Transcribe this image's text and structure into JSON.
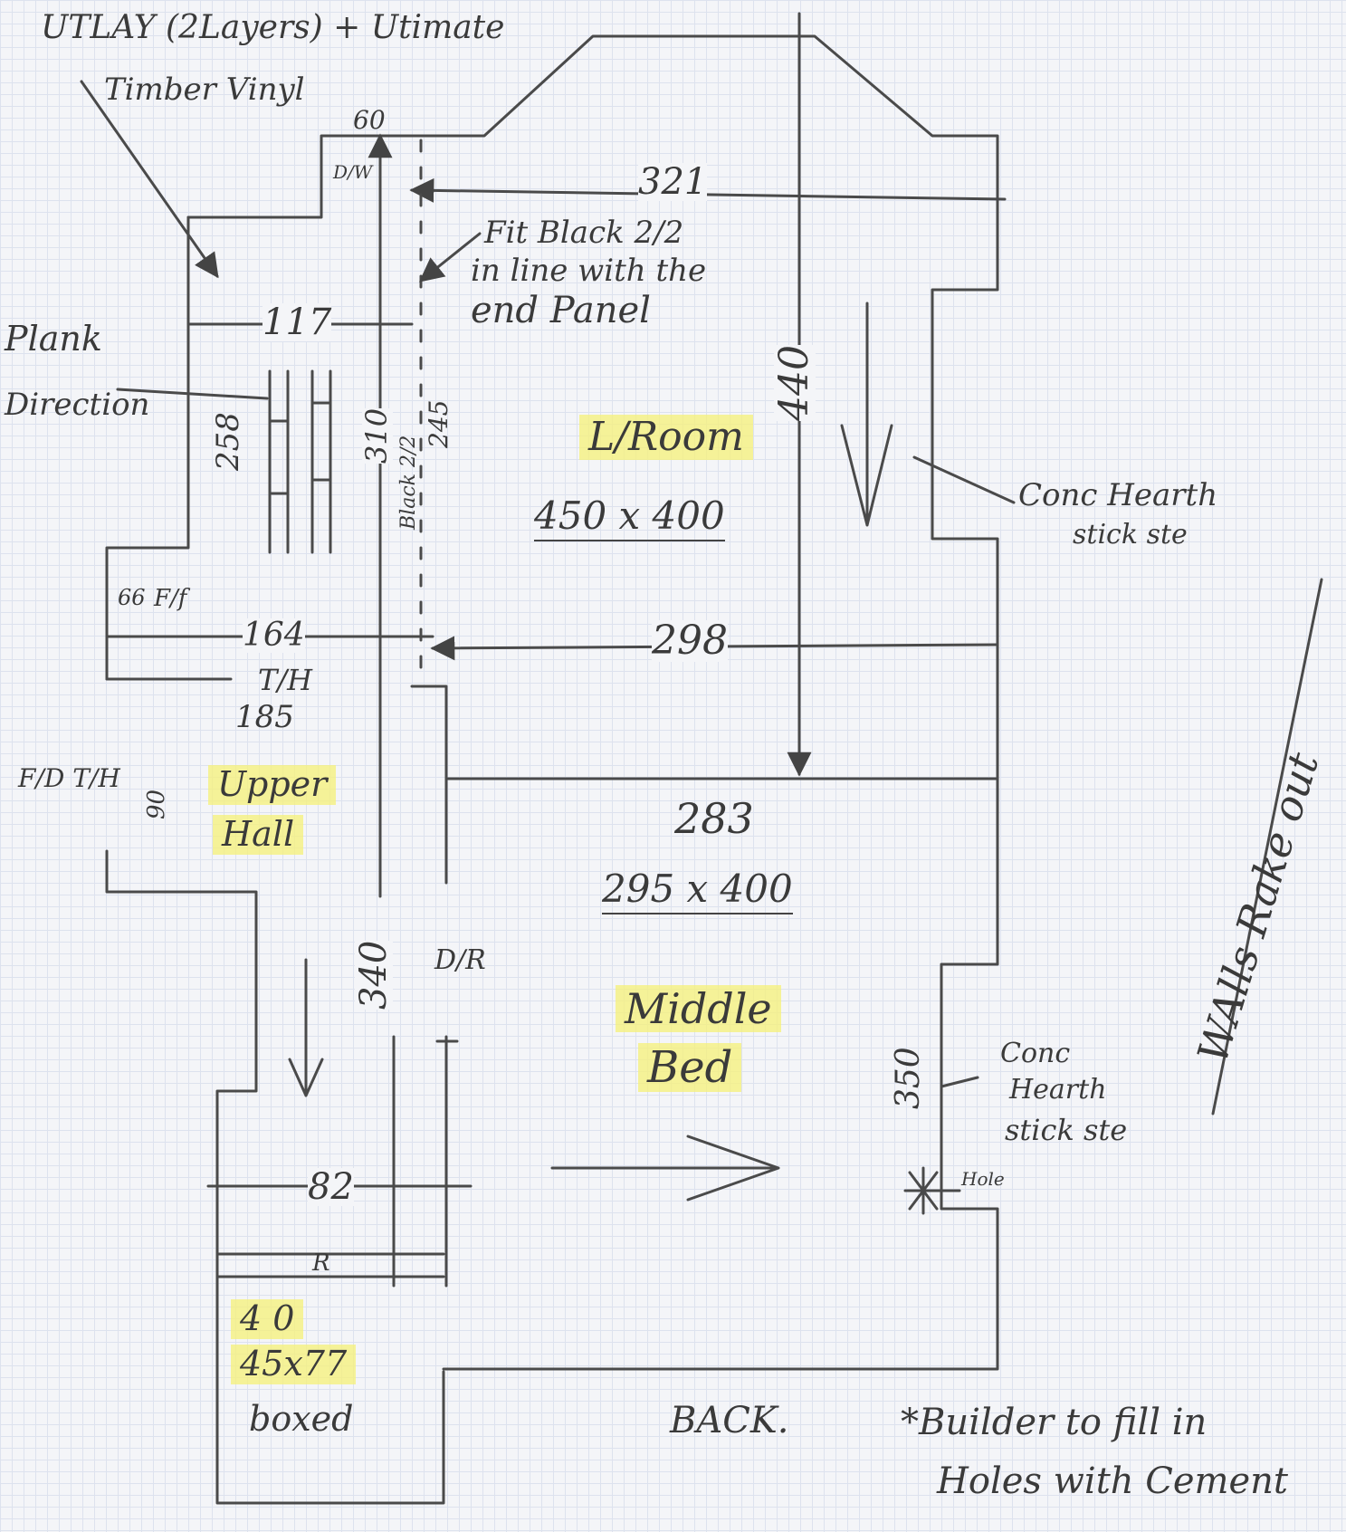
{
  "texts": {
    "underlay": "UTLAY (2Layers) + Utimate",
    "timber_vinyl": "Timber Vinyl",
    "dim_60": "60",
    "dw_top": "D/W",
    "dim_321": "321",
    "fit_black_1": "Fit Black 2/2",
    "fit_black_2": "in line with the",
    "fit_black_3": "end Panel",
    "dim_117": "117",
    "plank": "Plank",
    "direction": "Direction",
    "dim_258": "258",
    "dim_310": "310",
    "black_22": "Black 2/2",
    "dim_245": "245",
    "lroom_title": "L/Room",
    "lroom_size": "450 x 400",
    "dim_440": "440",
    "conc_hearth_1a": "Conc Hearth",
    "conc_hearth_1b": "stick ste",
    "dim_66": "66",
    "ff": "F/f",
    "dim_164": "164",
    "th": "T/H",
    "dim_185": "185",
    "dim_298": "298",
    "fd_th": "F/D T/H",
    "dim_90": "90",
    "upper_1": "Upper",
    "upper_2": "Hall",
    "dim_283": "283",
    "middle_size": "295 x 400",
    "walls_rake_out": "WAlls Rake out",
    "dim_340": "340",
    "dr": "D/R",
    "middle_1": "Middle",
    "middle_2": "Bed",
    "dim_350": "350",
    "conc_hearth_2a": "Conc",
    "conc_hearth_2b": "Hearth",
    "conc_hearth_2c": "stick ste",
    "dim_82": "82",
    "hole": "Hole",
    "r": "R",
    "box_1": "4 0",
    "box_2": "45x77",
    "boxed": "boxed",
    "back": "BACK.",
    "builder_1": "*Builder to fill in",
    "builder_2": "Holes with Cement"
  }
}
